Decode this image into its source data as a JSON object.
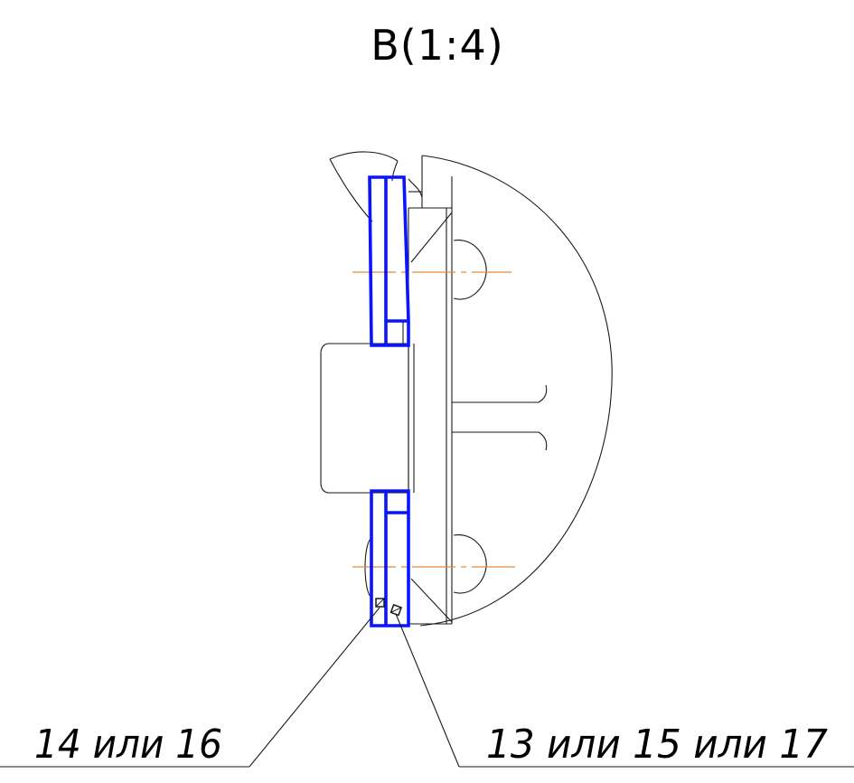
{
  "view_title": "В(1:4)",
  "callouts": {
    "left_label": "14 или 16",
    "right_label": "13 или 15 или 17"
  },
  "colors": {
    "outline": "#1a1a1a",
    "highlight": "#0a14ff",
    "centerline": "#e08a3c",
    "background": "#ffffff"
  }
}
